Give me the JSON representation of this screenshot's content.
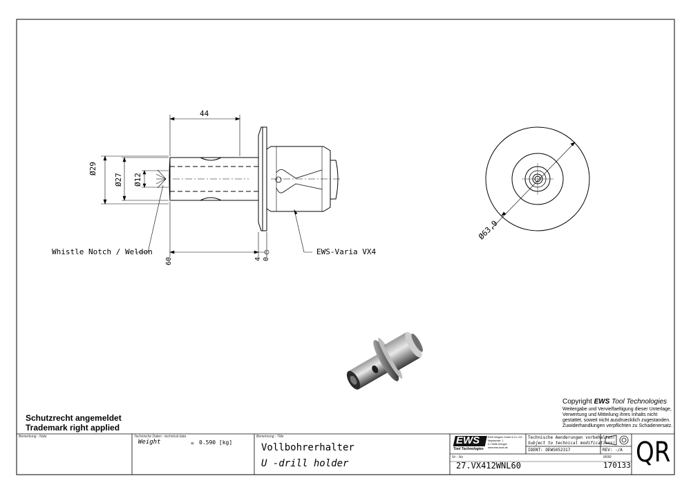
{
  "drawing": {
    "dim_length": "44",
    "dim_d1": "Ø29",
    "dim_d2": "Ø27",
    "dim_d3": "Ø12",
    "dim_d4": "Ø63,9",
    "base_60": "60",
    "base_4": "4",
    "base_0": "0",
    "label_notch": "Whistle Notch / Weldon",
    "label_varia": "EWS-Varia VX4"
  },
  "notice": {
    "line1": "Schutzrecht angemeldet",
    "line2": "Trademark right applied"
  },
  "copyright": {
    "prefix": "Copyright ",
    "brand": "EWS",
    "suffix": " Tool Technologies",
    "text1": "Weitergabe und Vervielfaeltigung dieser Unterlage,",
    "text2": "Verwertung und Mitteilung ihres Inhalts nicht",
    "text3": "gestattet, soweit nicht ausdruecklich zugestanden.",
    "text4": "Zuwiderhandlungen verpflichten zu Schadenersatz."
  },
  "titleblock": {
    "note_label": "Bemerkung - Note",
    "tech_label": "Technische Daten - technical data",
    "weight_label": "Weight",
    "weight_eq": "=",
    "weight_value": "0.590 [kg]",
    "title_label": "Benennung - Title",
    "title_de": "Vollbohrerhalter",
    "title_en": "U -drill holder",
    "logo": "EWS",
    "logo_sub": "Tool Technologies",
    "company1": "EWS Weigele GmbH & Co. KG",
    "company2": "Maybachstr. 1",
    "company3": "D-73066 Uhingen",
    "company4": "www.ews-tools.de",
    "tech_change_de": "Technische Aenderungen vorbehalten!",
    "tech_change_en": "Subject to technical modifications!",
    "ident": "IDENT: OEWS052317",
    "rev": "REV: -/A",
    "nr_label": "Nr - No",
    "part_no": "27.VX412WNL60",
    "mnr_label": "MNR:",
    "mnr": "170133",
    "qr": "QR"
  }
}
